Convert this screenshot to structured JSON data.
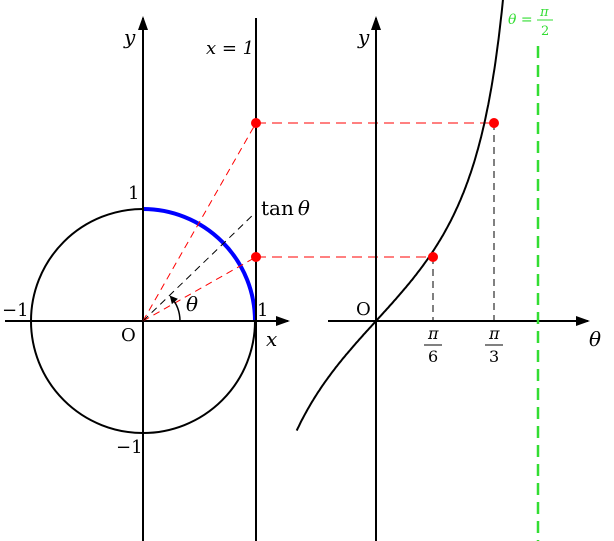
{
  "left_panel": {
    "y_axis_label": "y",
    "x_axis_label": "x",
    "origin_label": "O",
    "line_label": "x = 1",
    "tan_label": "tan",
    "theta_symbol": "θ",
    "tick_pos_one_top": "1",
    "tick_pos_one_right": "1",
    "tick_neg_one_left": "−1",
    "tick_neg_one_bottom": "−1"
  },
  "right_panel": {
    "y_axis_label": "y",
    "x_axis_label": "θ",
    "origin_label": "O",
    "tick_pi6_num": "π",
    "tick_pi6_den": "6",
    "tick_pi3_num": "π",
    "tick_pi3_den": "3",
    "asymptote_theta": "θ =",
    "asymptote_num": "π",
    "asymptote_den": "2"
  },
  "colors": {
    "axis": "#000000",
    "arc_highlight": "#0000ff",
    "projection": "#ff0000",
    "asymptote": "#33dd33",
    "helper_dashed": "#000000"
  }
}
